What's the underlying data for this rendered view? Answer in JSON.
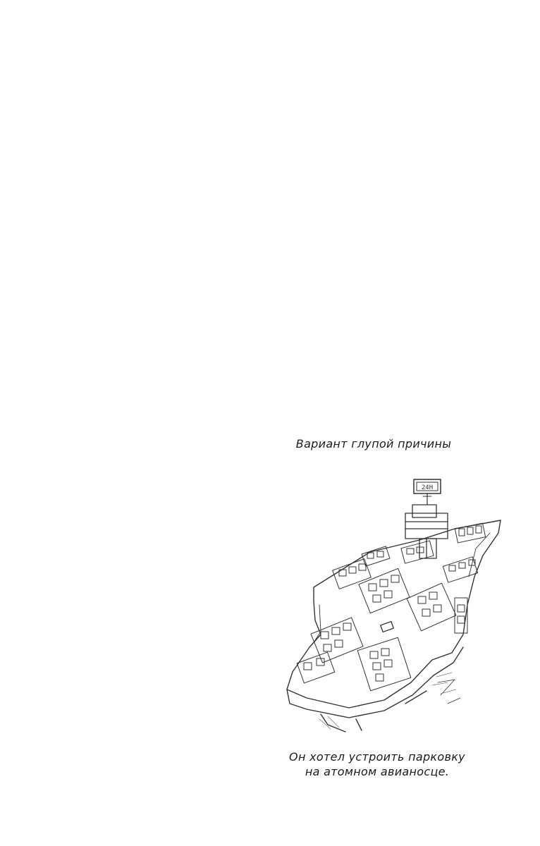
{
  "captions": {
    "top": "Вариант глупой причины",
    "bottom_line1": "Он хотел устроить парковку",
    "bottom_line2": "на атомном авианосце."
  },
  "sketch": {
    "subject": "aircraft carrier used as a car park",
    "sign_text": "24H"
  }
}
